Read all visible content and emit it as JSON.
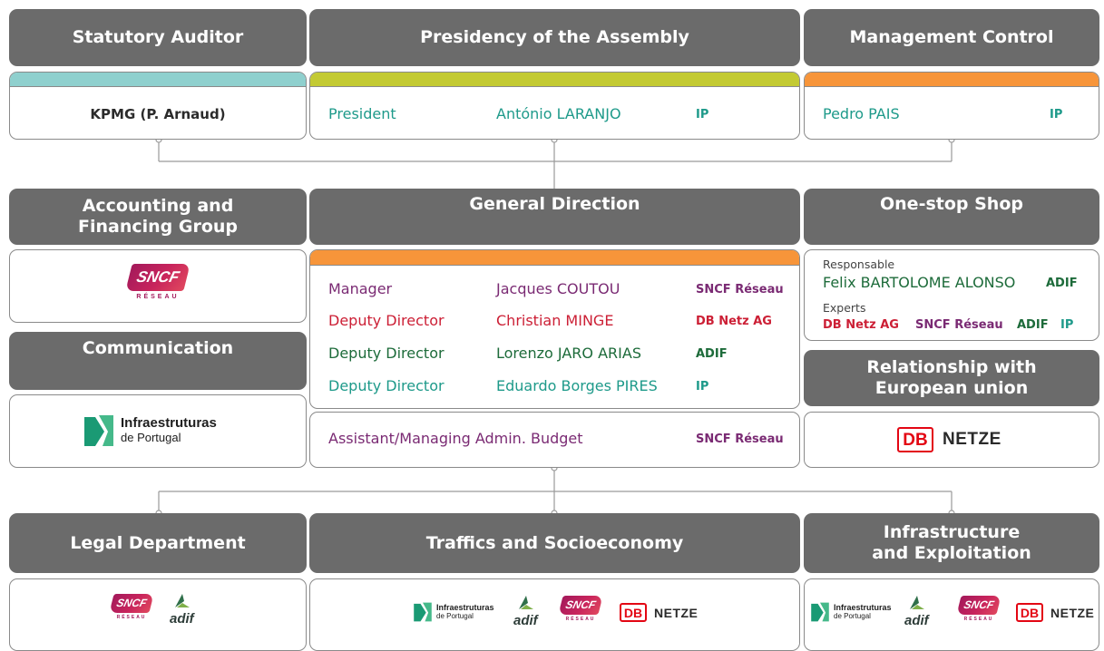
{
  "top": {
    "statutory_auditor": {
      "title": "Statutory Auditor",
      "value": "KPMG (P. Arnaud)",
      "bar_color": "#8fd0ce"
    },
    "presidency": {
      "title": "Presidency of the Assembly",
      "role": "President",
      "name": "António LARANJO",
      "org": "IP",
      "bar_color": "#c3ca33"
    },
    "management_control": {
      "title": "Management Control",
      "name": "Pedro PAIS",
      "org": "IP",
      "bar_color": "#f7953a"
    }
  },
  "middle": {
    "accounting": {
      "title": "Accounting and\nFinancing Group",
      "logo": "SNCF Réseau logo"
    },
    "communication": {
      "title": "Communication",
      "logo": "Infraestruturas de Portugal logo"
    },
    "general_direction": {
      "title": "General Direction",
      "bar_color": "#f7953a",
      "rows": [
        {
          "role": "Manager",
          "name": "Jacques COUTOU",
          "org": "SNCF Réseau",
          "color": "#7a2a73"
        },
        {
          "role": "Deputy Director",
          "name": "Christian MINGE",
          "org": "DB Netz AG",
          "color": "#cc1f35"
        },
        {
          "role": "Deputy Director",
          "name": "Lorenzo JARO ARIAS",
          "org": "ADIF",
          "color": "#1d6b3a"
        },
        {
          "role": "Deputy Director",
          "name": "Eduardo Borges PIRES",
          "org": "IP",
          "color": "#1e9a8a"
        }
      ],
      "assistant": {
        "role": "Assistant/Managing Admin. Budget",
        "org": "SNCF Réseau"
      }
    },
    "one_stop_shop": {
      "title": "One-stop Shop",
      "responsable_label": "Responsable",
      "responsable_name": "Felix BARTOLOME ALONSO",
      "responsable_org": "ADIF",
      "experts_label": "Experts",
      "experts": [
        "DB Netz AG",
        "SNCF Réseau",
        "ADIF",
        "IP"
      ]
    },
    "relationship_eu": {
      "title": "Relationship with\nEuropean union",
      "logo": "DB Netze logo"
    }
  },
  "bottom": {
    "legal": {
      "title": "Legal Department",
      "logos": [
        "SNCF Réseau",
        "adif"
      ]
    },
    "traffics": {
      "title": "Traffics and Socioeconomy",
      "logos": [
        "Infraestruturas de Portugal",
        "adif",
        "SNCF Réseau",
        "DB Netze"
      ]
    },
    "infrastructure": {
      "title": "Infrastructure\nand Exploitation",
      "logos": [
        "Infraestruturas de Portugal",
        "adif",
        "SNCF Réseau",
        "DB Netze"
      ]
    }
  },
  "logo_text": {
    "sncf": "SNCF",
    "sncf_sub": "RÉSEAU",
    "ip_line1": "Infraestruturas",
    "ip_line2": "de Portugal",
    "adif": "adif",
    "db": "DB",
    "netze": "NETZE"
  },
  "colors": {
    "header_bg": "#6b6b6b",
    "teal": "#1e9a8a",
    "purple": "#7a2a73",
    "red": "#cc1f35",
    "green": "#1d6b3a",
    "ip_green": "#1a9a74",
    "db_red": "#e30613",
    "sncf": "#a3195b"
  }
}
